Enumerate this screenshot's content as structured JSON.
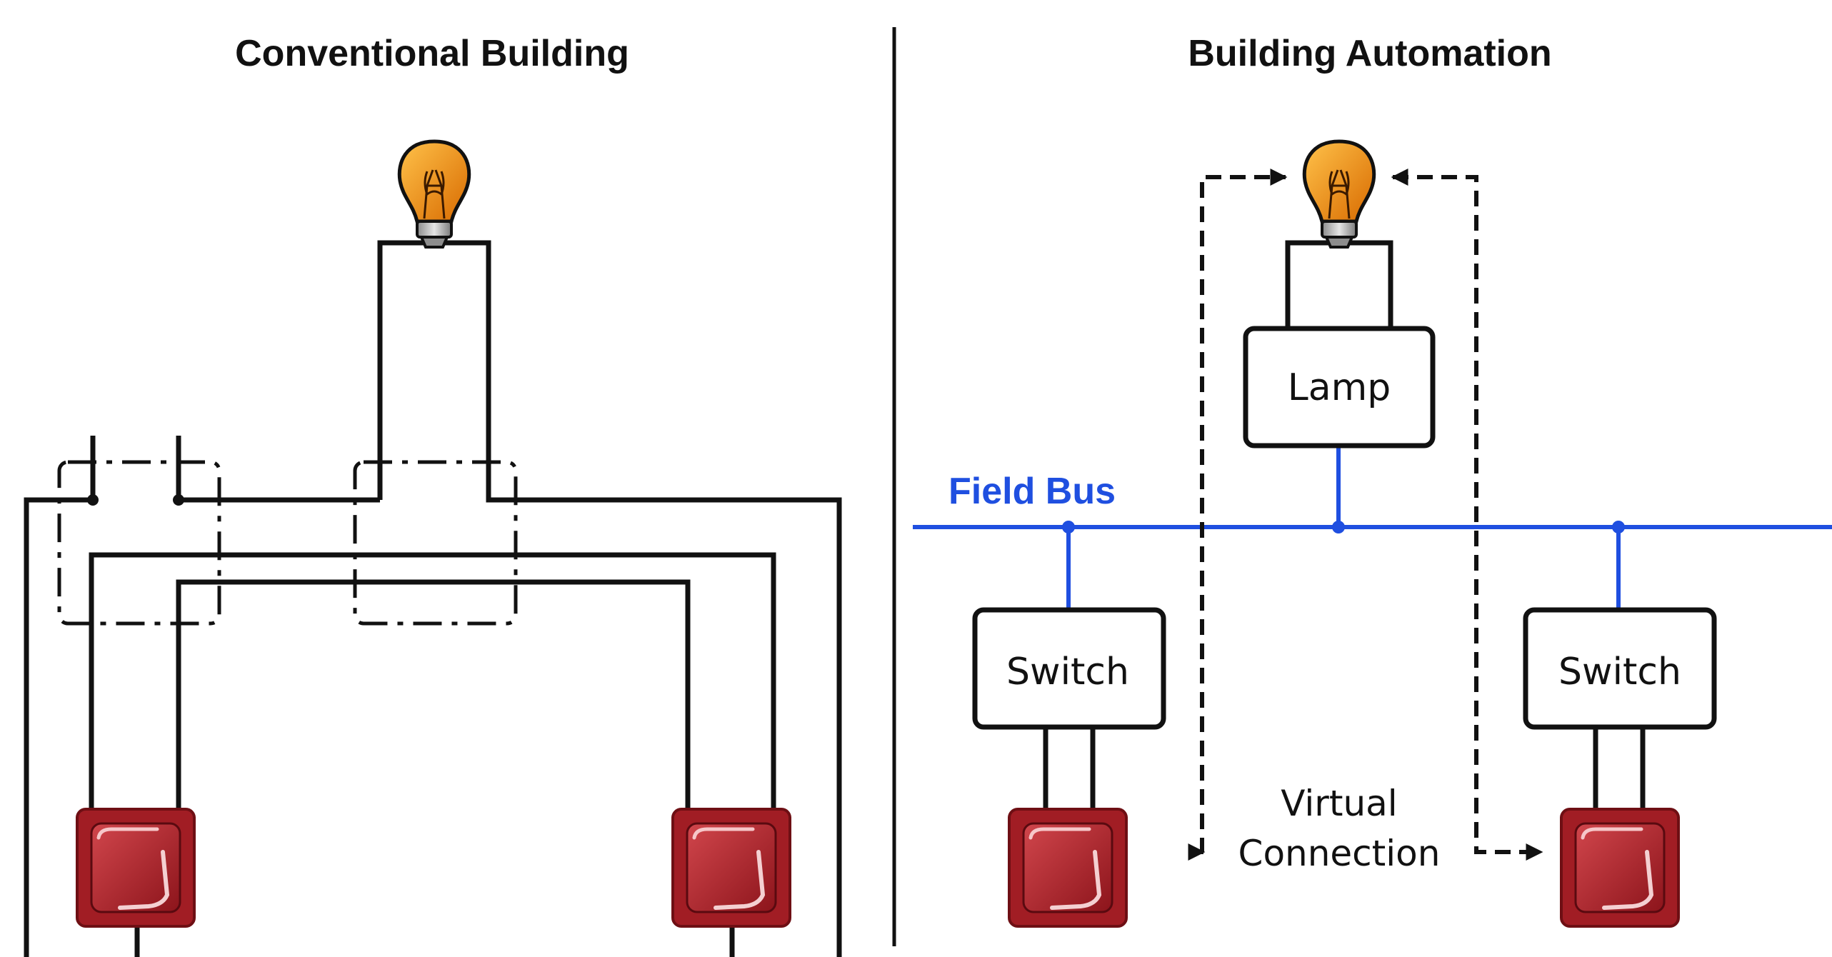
{
  "left_panel": {
    "title": "Conventional Building"
  },
  "right_panel": {
    "title": "Building Automation",
    "lamp_label": "Lamp",
    "switch_left_label": "Switch",
    "switch_right_label": "Switch",
    "bus_label": "Field Bus",
    "virtual_label_line1": "Virtual",
    "virtual_label_line2": "Connection"
  },
  "colors": {
    "bus": "#1f4fe0",
    "bulb": "#f08a12",
    "switch": "#b3222a",
    "wire": "#111111"
  },
  "icons": [
    "light-bulb-icon",
    "wall-switch-icon"
  ]
}
